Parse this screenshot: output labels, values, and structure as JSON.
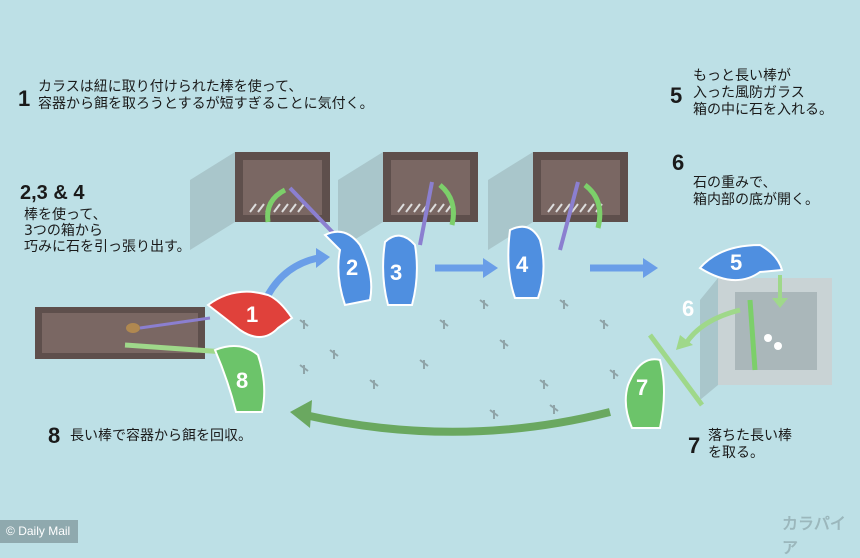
{
  "steps": {
    "s1": {
      "num": "1",
      "lines": [
        "カラスは紐に取り付けられた棒を使って、",
        "容器から餌を取ろうとするが短すぎることに気付く。"
      ]
    },
    "s234": {
      "num": "2,3 & 4",
      "lines": [
        "棒を使って、",
        "3つの箱から",
        "巧みに石を引っ張り出す。"
      ]
    },
    "s5": {
      "num": "5",
      "lines": [
        "もっと長い棒が",
        "入った風防ガラス",
        "箱の中に石を入れる。"
      ]
    },
    "s6": {
      "num": "6",
      "lines": [
        "石の重みで、",
        "箱内部の底が開く。"
      ]
    },
    "s7": {
      "num": "7",
      "lines": [
        "落ちた長い棒",
        "を取る。"
      ]
    },
    "s8": {
      "num": "8",
      "lines": [
        "長い棒で容器から餌を回収。"
      ]
    }
  },
  "crow_labels": [
    "1",
    "2",
    "3",
    "4",
    "5",
    "6",
    "7",
    "8"
  ],
  "credit": "Daily Mail",
  "watermark": "カラパイア",
  "colors": {
    "background": "#bde0e6",
    "crow_blue": "#4f8fe0",
    "crow_red": "#e0413b",
    "crow_green": "#6cc46a",
    "box": "#5e4f4c",
    "arrow_blue": "#6a9ee8",
    "arrow_green": "#6aa860"
  }
}
